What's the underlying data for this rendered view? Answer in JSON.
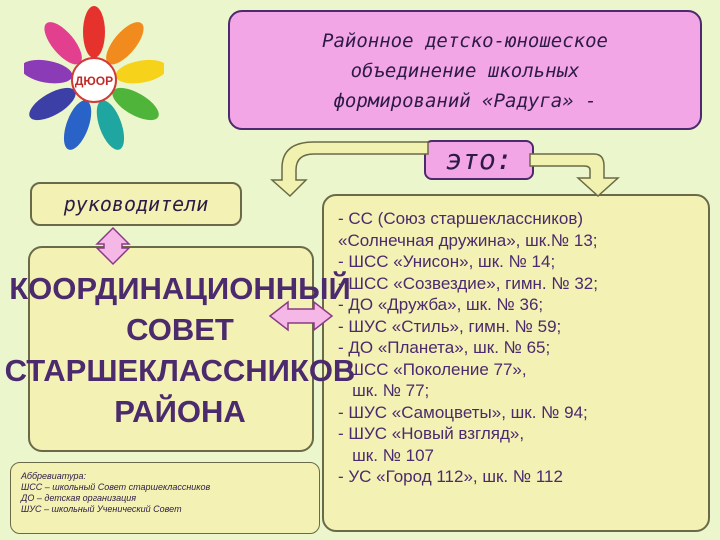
{
  "title_lines": [
    "Районное  детско-юношеское",
    "объединение школьных",
    "формирований «Радуга» -"
  ],
  "eto": "это:",
  "leaders": "руководители",
  "council_lines": [
    "КООРДИНАЦИОННЫЙ",
    "СОВЕТ",
    "СТАРШЕКЛАССНИКОВ",
    "РАЙОНА"
  ],
  "abbr_lines": [
    "Аббревиатура:",
    "ШСС – школьный Совет старшеклассников",
    "ДО – детская организация",
    "ШУС – школьный Ученический Совет"
  ],
  "list_lines": [
    "- СС (Союз старшеклассников)",
    "«Солнечная дружина», шк.№ 13;",
    "- ШСС «Унисон», шк. № 14;",
    "- ШСС «Созвездие», гимн. № 32;",
    "- ДО «Дружба», шк. № 36;",
    "- ШУС «Стиль», гимн. № 59;",
    "- ДО «Планета», шк. № 65;",
    "- ШСС «Поколение 77»,",
    "   шк. № 77;",
    "- ШУС «Самоцветы», шк. № 94;",
    "- ШУС «Новый взгляд»,",
    "   шк. № 107",
    "- УС «Город 112», шк. № 112"
  ],
  "logo_text": "ДЮОР",
  "colors": {
    "background": "#ecf6cc",
    "pink_box": "#f3a6e6",
    "yellow_box": "#f3f1b4",
    "text_purple": "#4b2a6d",
    "arrow_fill": "#f5b7e6"
  }
}
